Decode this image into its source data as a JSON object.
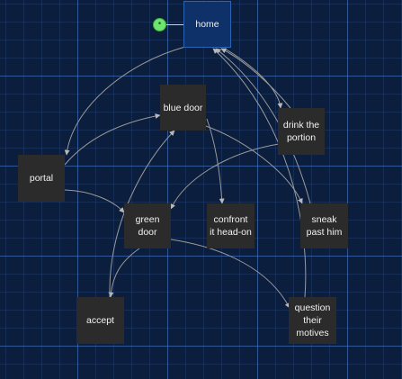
{
  "start_marker": {
    "icon": "link-icon",
    "color": "#6fe56f"
  },
  "nodes": [
    {
      "id": "home",
      "label": "home",
      "start": true
    },
    {
      "id": "blue-door",
      "label": "blue door"
    },
    {
      "id": "drink-the-portion",
      "label": "drink the\nportion"
    },
    {
      "id": "portal",
      "label": "portal"
    },
    {
      "id": "green-door",
      "label": "green\ndoor"
    },
    {
      "id": "confront-it-head-on",
      "label": "confront\nit head-on"
    },
    {
      "id": "sneak-past-him",
      "label": "sneak\npast him"
    },
    {
      "id": "accept",
      "label": "accept"
    },
    {
      "id": "question-their-motives",
      "label": "question\ntheir\nmotives"
    }
  ],
  "edges": [
    {
      "from": "home",
      "to": "portal"
    },
    {
      "from": "home",
      "to": "drink-the-portion"
    },
    {
      "from": "drink-the-portion",
      "to": "home"
    },
    {
      "from": "sneak-past-him",
      "to": "home"
    },
    {
      "from": "question-their-motives",
      "to": "home"
    },
    {
      "from": "portal",
      "to": "blue-door"
    },
    {
      "from": "portal",
      "to": "green-door"
    },
    {
      "from": "blue-door",
      "to": "confront-it-head-on"
    },
    {
      "from": "blue-door",
      "to": "sneak-past-him"
    },
    {
      "from": "drink-the-portion",
      "to": "green-door"
    },
    {
      "from": "green-door",
      "to": "accept"
    },
    {
      "from": "green-door",
      "to": "question-their-motives"
    },
    {
      "from": "accept",
      "to": "blue-door"
    }
  ],
  "colors": {
    "background": "#0b1e3d",
    "node": "#2b2b2b",
    "start_node": "#0d3168",
    "edge": "#9a9a9a"
  }
}
